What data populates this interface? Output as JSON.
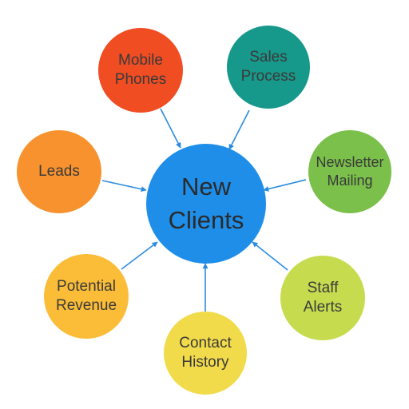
{
  "center": {
    "label": "New\nClients",
    "color": "#1e8ee8"
  },
  "nodes": [
    {
      "label": "Mobile\nPhones",
      "color": "#f04d23"
    },
    {
      "label": "Sales\nProcess",
      "color": "#16988a"
    },
    {
      "label": "Newsletter\nMailing",
      "color": "#7ac04a"
    },
    {
      "label": "Staff\nAlerts",
      "color": "#c6dc4e"
    },
    {
      "label": "Contact\nHistory",
      "color": "#f2db4a"
    },
    {
      "label": "Potential\nRevenue",
      "color": "#fbbd38"
    },
    {
      "label": "Leads",
      "color": "#f7922e"
    }
  ],
  "arrow_color": "#2a8be0"
}
